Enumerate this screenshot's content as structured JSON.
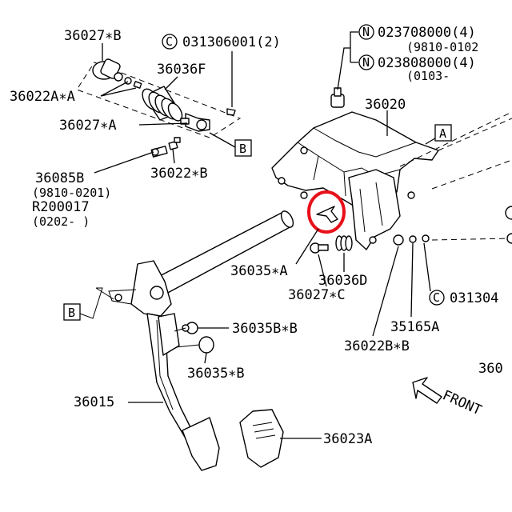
{
  "labels": {
    "p36027_b": "36027∗B",
    "c031306001": "031306001(2)",
    "p36036f": "36036F",
    "p36022a_a": "36022A∗A",
    "p36027_a": "36027∗A",
    "p36085b": "36085B",
    "d9810_0201": "(9810-0201)",
    "r200017": "R200017",
    "d0202": "(0202-     )",
    "p36022_b": "36022∗B",
    "n023708000": "023708000(4)",
    "d9810_0102": "(9810-0102",
    "n023808000": "023808000(4)",
    "d0103": "(0103-",
    "p36020": "36020",
    "p36035_a": "36035∗A",
    "p36036d": "36036D",
    "p36027_c": "36027∗C",
    "c031304": "031304",
    "p35165a": "35165A",
    "p36022b_b": "36022B∗B",
    "p360_right": "360",
    "p36035b_b": "36035B∗B",
    "p36035_b": "36035∗B",
    "p36015": "36015",
    "p36023a": "36023A",
    "front": "FRONT"
  },
  "markers": {
    "circle_c": "C",
    "circle_n": "N",
    "box_a": "A",
    "box_b": "B"
  },
  "highlight_color": "#e8101a"
}
